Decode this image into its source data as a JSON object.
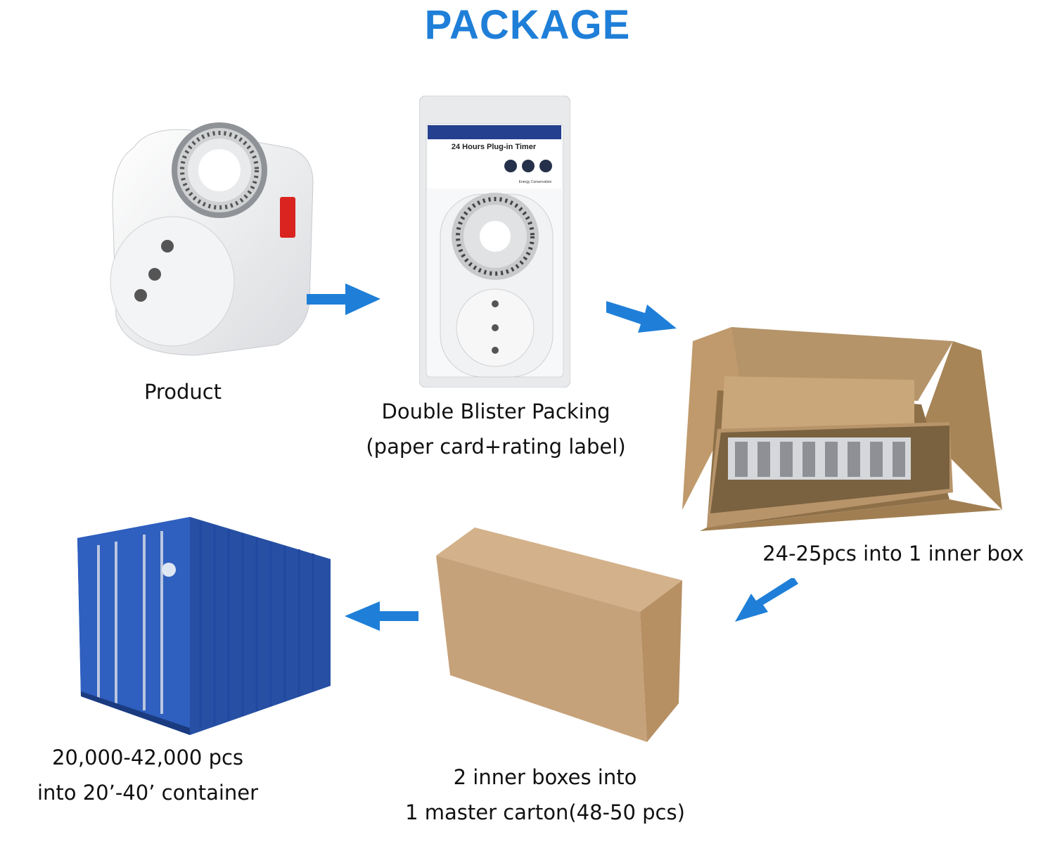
{
  "title": "PACKAGE",
  "colors": {
    "title": "#1f7fd8",
    "arrow": "#1f7fd8"
  },
  "steps": [
    {
      "id": "product",
      "icon": "plug-in-timer-image",
      "caption_lines": [
        "Product"
      ]
    },
    {
      "id": "blister",
      "icon": "blister-pack-image",
      "card_title": "24 Hours Plug-in Timer",
      "card_note": "Energy Conservation",
      "caption_lines": [
        "Double Blister Packing",
        "(paper card+rating label)"
      ]
    },
    {
      "id": "inner-box",
      "icon": "open-carton-image",
      "caption_lines": [
        "24-25pcs into 1 inner box"
      ]
    },
    {
      "id": "master-carton",
      "icon": "closed-carton-image",
      "caption_lines": [
        "2 inner boxes into",
        "1 master carton(48-50 pcs)"
      ]
    },
    {
      "id": "container",
      "icon": "shipping-container-image",
      "caption_lines": [
        "20,000-42,000 pcs",
        "into 20’-40’ container"
      ]
    }
  ],
  "arrows": [
    "arrow-right",
    "arrow-down-right",
    "arrow-down-left",
    "arrow-left"
  ]
}
